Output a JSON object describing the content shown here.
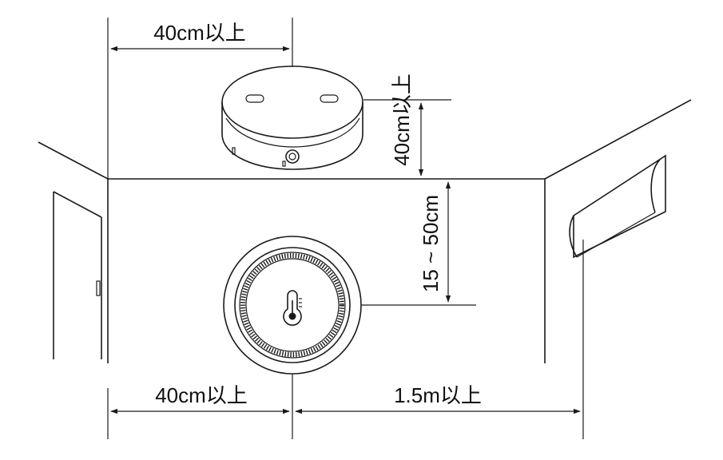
{
  "labels": {
    "ceiling_wall_clearance": "40cm以上",
    "ceiling_distance": "40cm以上",
    "wall_mount_height": "15 ~ 50cm",
    "bottom_left_clearance": "40cm以上",
    "ac_distance": "1.5m以上"
  },
  "colors": {
    "line": "#1a1a1a",
    "text": "#111111",
    "background": "#ffffff"
  },
  "icons": {
    "ceiling_device": "round-ceiling-sensor-icon",
    "wall_device": "thermometer-sensor-icon",
    "door": "door-icon",
    "air_conditioner": "air-conditioner-icon"
  }
}
